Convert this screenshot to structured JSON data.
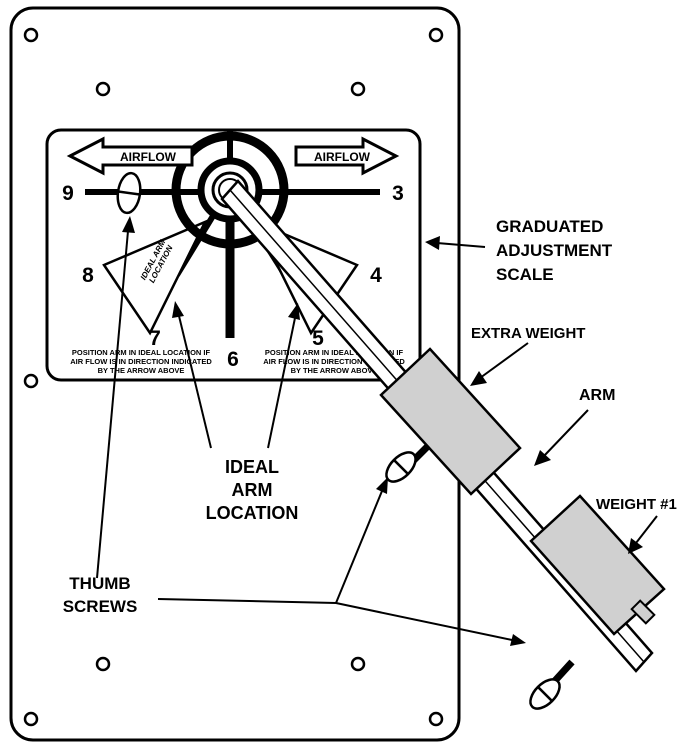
{
  "scale": {
    "airflow_left": "AIRFLOW",
    "airflow_right": "AIRFLOW",
    "numbers": {
      "n3": "3",
      "n4": "4",
      "n5": "5",
      "n6": "6",
      "n7": "7",
      "n8": "8",
      "n9": "9"
    },
    "ideal_arm_line1": "IDEAL ARM",
    "ideal_arm_line2": "LOCATION",
    "note_left": [
      "POSITION ARM IN IDEAL LOCATION IF",
      "AIR FLOW IS IN DIRECTION INDICATED",
      "BY THE ARROW ABOVE"
    ],
    "note_right": [
      "POSITION ARM IN IDEAL LOCATION IF",
      "AIR FLOW IS IN DIRECTION INDICATED",
      "BY THE ARROW ABOVE"
    ]
  },
  "callouts": {
    "graduated": [
      "GRADUATED",
      "ADJUSTMENT",
      "SCALE"
    ],
    "extra_weight": "EXTRA WEIGHT",
    "arm": "ARM",
    "weight1": "WEIGHT #1",
    "ideal": [
      "IDEAL",
      "ARM",
      "LOCATION"
    ],
    "thumb": [
      "THUMB",
      "SCREWS"
    ]
  }
}
